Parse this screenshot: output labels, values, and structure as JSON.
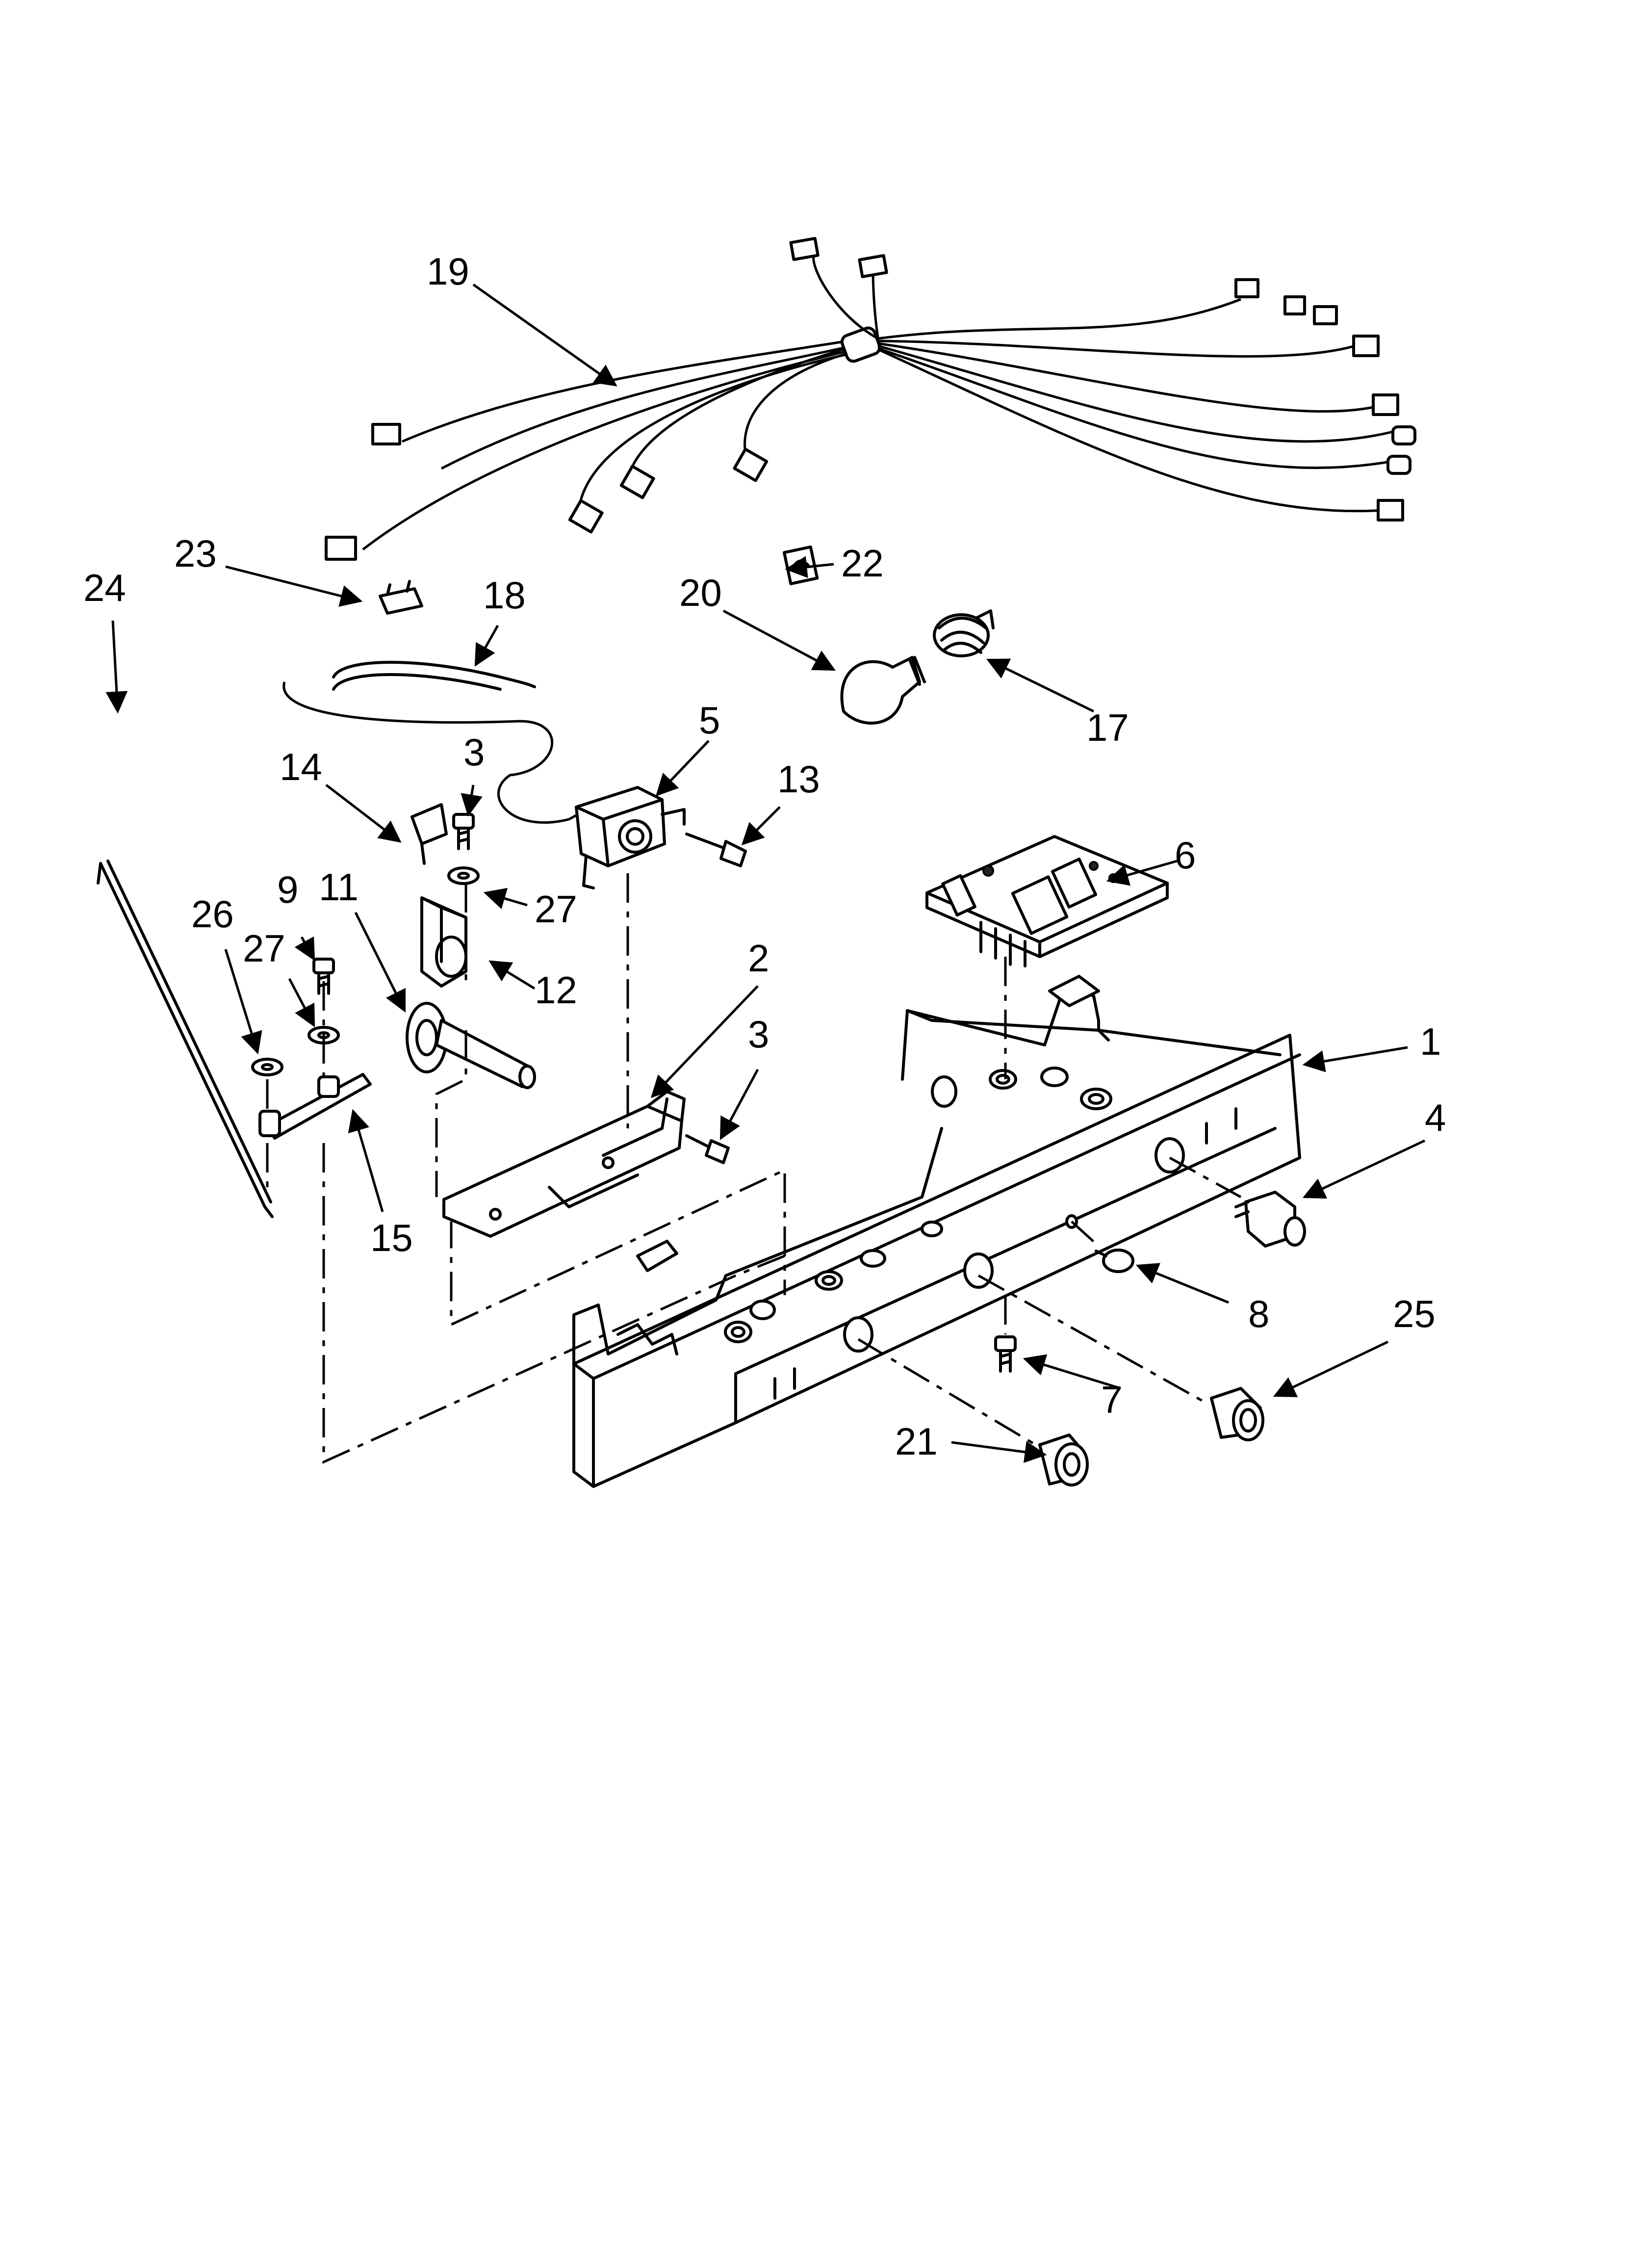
{
  "diagram": {
    "callouts": [
      {
        "id": "c1",
        "label": "1"
      },
      {
        "id": "c2",
        "label": "2"
      },
      {
        "id": "c3a",
        "label": "3"
      },
      {
        "id": "c3b",
        "label": "3"
      },
      {
        "id": "c4",
        "label": "4"
      },
      {
        "id": "c5",
        "label": "5"
      },
      {
        "id": "c6",
        "label": "6"
      },
      {
        "id": "c7",
        "label": "7"
      },
      {
        "id": "c8",
        "label": "8"
      },
      {
        "id": "c9",
        "label": "9"
      },
      {
        "id": "c11",
        "label": "11"
      },
      {
        "id": "c12",
        "label": "12"
      },
      {
        "id": "c13",
        "label": "13"
      },
      {
        "id": "c14",
        "label": "14"
      },
      {
        "id": "c15",
        "label": "15"
      },
      {
        "id": "c17",
        "label": "17"
      },
      {
        "id": "c18",
        "label": "18"
      },
      {
        "id": "c19",
        "label": "19"
      },
      {
        "id": "c20",
        "label": "20"
      },
      {
        "id": "c21",
        "label": "21"
      },
      {
        "id": "c22",
        "label": "22"
      },
      {
        "id": "c23",
        "label": "23"
      },
      {
        "id": "c24",
        "label": "24"
      },
      {
        "id": "c25",
        "label": "25"
      },
      {
        "id": "c26",
        "label": "26"
      },
      {
        "id": "c27a",
        "label": "27"
      },
      {
        "id": "c27b",
        "label": "27"
      }
    ]
  }
}
